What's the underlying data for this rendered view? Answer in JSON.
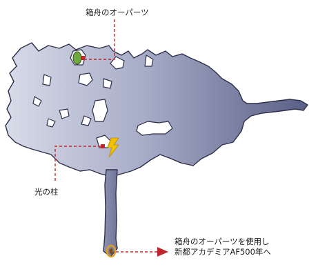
{
  "labels": {
    "ark_part": "箱舟のオーパーツ",
    "pillar_of_light": "光の柱",
    "destination_line1": "箱舟のオーパーツを使用し",
    "destination_line2": "新都アカデミアAF500年へ"
  },
  "colors": {
    "terrain_light": "#d8dbe8",
    "terrain_mid": "#9da2c0",
    "terrain_dark": "#5a5f86",
    "outline": "#2c2e48",
    "leader_line": "#c0272d",
    "ark_part_marker": "#6fa83e",
    "pillar_marker": "#f2c200",
    "exit_marker": "#e0a020"
  },
  "icons": {
    "ark_part": "green-capsule-icon",
    "pillar": "lightning-bolt-icon",
    "exit": "ring-portal-icon"
  }
}
